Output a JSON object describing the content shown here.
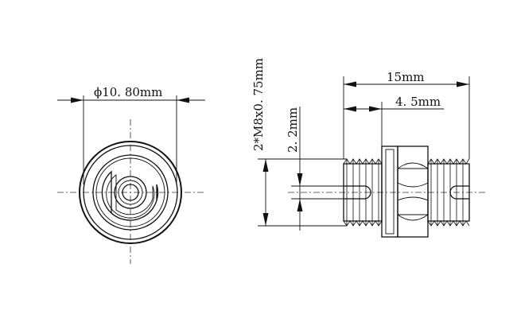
{
  "drawing": {
    "front_view": {
      "diameter_label": "ϕ10. 80mm"
    },
    "side_view": {
      "length_label": "15mm",
      "flange_offset_label": "4. 5mm",
      "bore_label": "2. 2mm",
      "thread_label": "2*M8x0. 75mm"
    }
  }
}
